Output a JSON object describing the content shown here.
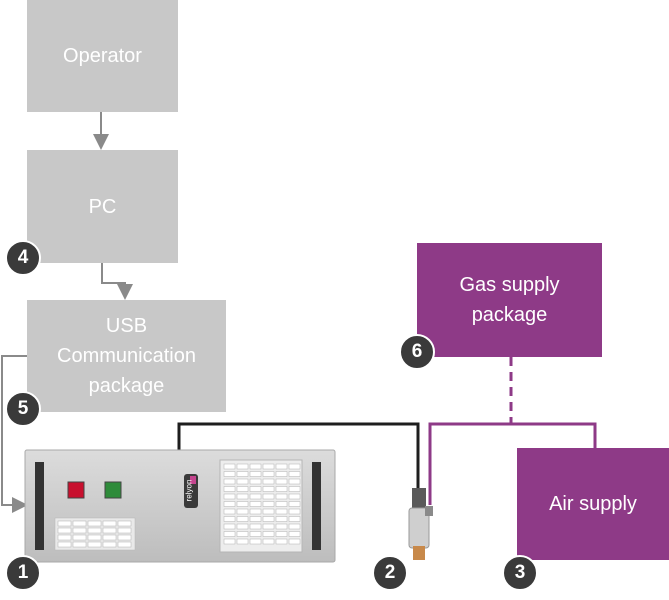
{
  "nodes": {
    "operator": "Operator",
    "pc": "PC",
    "usb": "USB\nCommunication\npackage",
    "gas": "Gas supply\npackage",
    "air": "Air supply"
  },
  "badges": {
    "unit": "1",
    "nozzle": "2",
    "air": "3",
    "pc": "4",
    "usb": "5",
    "gas": "6"
  },
  "logo_text": "relyon",
  "colors": {
    "gray_box": "#c8c8c8",
    "purple_box": "#8e3a87",
    "badge": "#3a3a3a"
  }
}
